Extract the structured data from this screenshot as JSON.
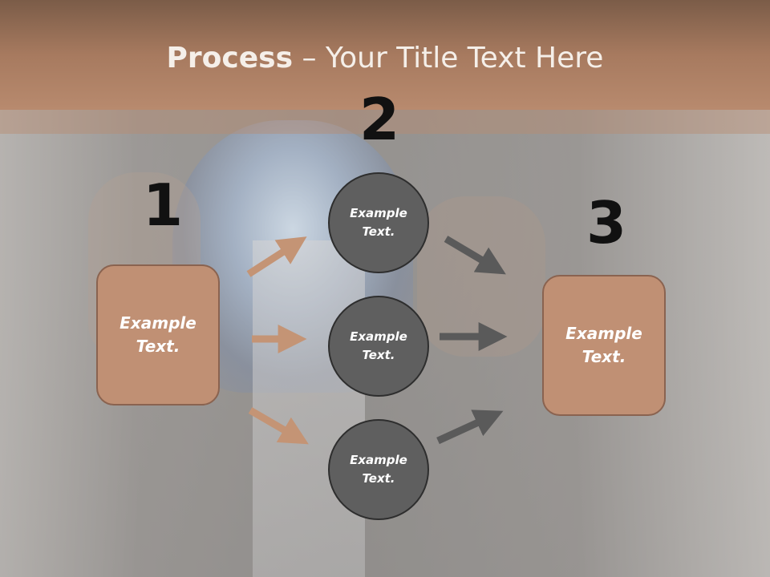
{
  "title": {
    "bold": "Process",
    "rest": " – Your Title Text Here"
  },
  "steps": {
    "one": "1",
    "two": "2",
    "three": "3"
  },
  "boxes": {
    "left": [
      "Example",
      "Text."
    ],
    "right": [
      "Example",
      "Text."
    ]
  },
  "circles": {
    "top": [
      "Example",
      "Text."
    ],
    "middle": [
      "Example",
      "Text."
    ],
    "bottom": [
      "Example",
      "Text."
    ]
  },
  "colors": {
    "accent": "#c09074",
    "circle": "#5f5f5f",
    "arrow_in": "#c49475",
    "arrow_out": "#5a5a5a"
  }
}
